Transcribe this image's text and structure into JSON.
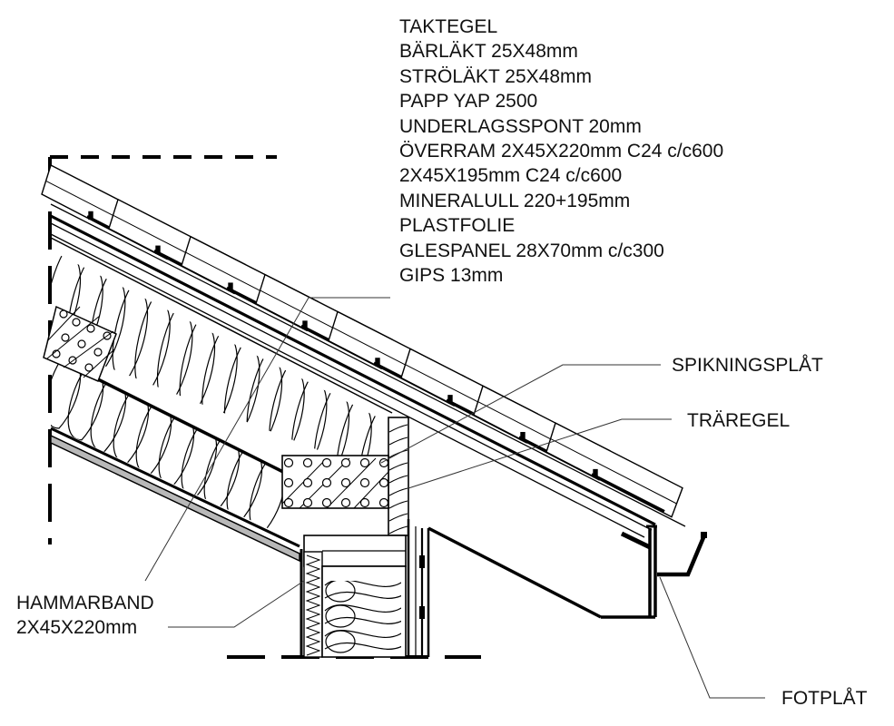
{
  "drawing": {
    "title": "Roof eave section detail",
    "layer_specification": [
      "TAKTEGEL",
      "BÄRLÄKT 25X48mm",
      "STRÖLÄKT 25X48mm",
      "PAPP YAP 2500",
      "UNDERLAGSSPONT 20mm",
      "ÖVERRAM 2X45X220mm C24 c/c600",
      "2X45X195mm C24 c/c600",
      "MINERALULL 220+195mm",
      "PLASTFOLIE",
      "GLESPANEL 28X70mm c/c300",
      "GIPS 13mm"
    ],
    "callouts": {
      "spikningsplat": "SPIKNINGSPLÅT",
      "traregel": "TRÄREGEL",
      "hammarband_line1": "HAMMARBAND",
      "hammarband_line2": "2X45X220mm",
      "fotplat": "FOTPLÅT"
    },
    "colors": {
      "line": "#000000",
      "leader": "#333333",
      "gypsum_fill": "#b8b8b8",
      "background": "#ffffff"
    }
  }
}
